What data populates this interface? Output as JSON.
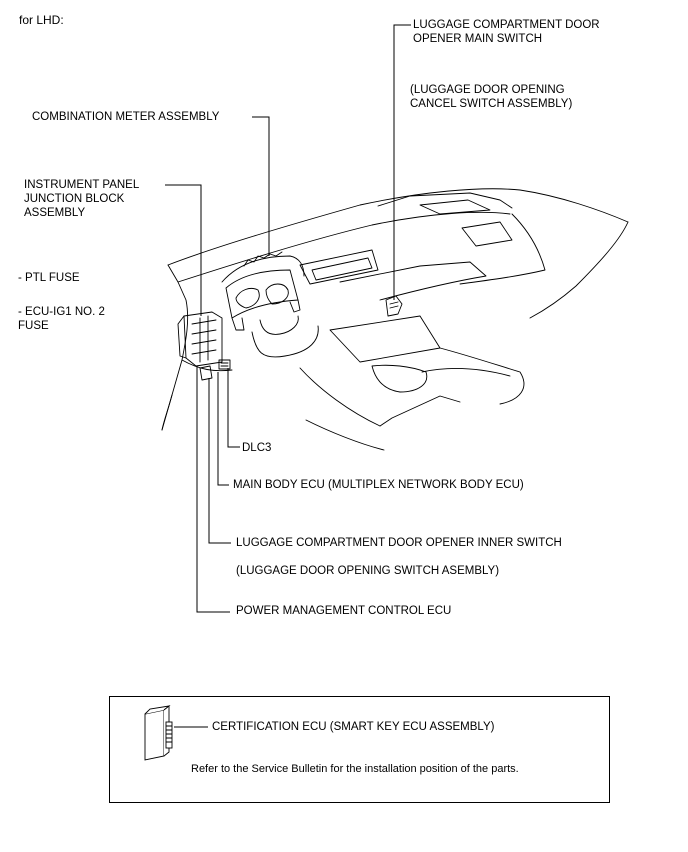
{
  "header": {
    "variant": "for LHD:"
  },
  "labels": {
    "luggage_main_switch": "LUGGAGE COMPARTMENT DOOR\nOPENER MAIN SWITCH",
    "luggage_cancel_switch": "(LUGGAGE DOOR OPENING\nCANCEL SWITCH ASSEMBLY)",
    "combination_meter": "COMBINATION METER ASSEMBLY",
    "instrument_panel_jb": "INSTRUMENT PANEL\nJUNCTION BLOCK\nASSEMBLY",
    "ptl_fuse": "- PTL FUSE",
    "ecu_ig1_fuse": "- ECU-IG1 NO. 2\nFUSE",
    "dlc3": "DLC3",
    "main_body_ecu": "MAIN BODY ECU (MULTIPLEX NETWORK BODY ECU)",
    "luggage_inner_switch": "LUGGAGE COMPARTMENT DOOR OPENER INNER SWITCH",
    "luggage_opening_switch": "(LUGGAGE DOOR OPENING SWITCH ASEMBLY)",
    "power_management_ecu": "POWER MANAGEMENT CONTROL ECU"
  },
  "note_box": {
    "certification_ecu": "CERTIFICATION ECU (SMART KEY ECU ASSEMBLY)",
    "service_note": "Refer to the Service Bulletin for the installation position of the parts."
  }
}
